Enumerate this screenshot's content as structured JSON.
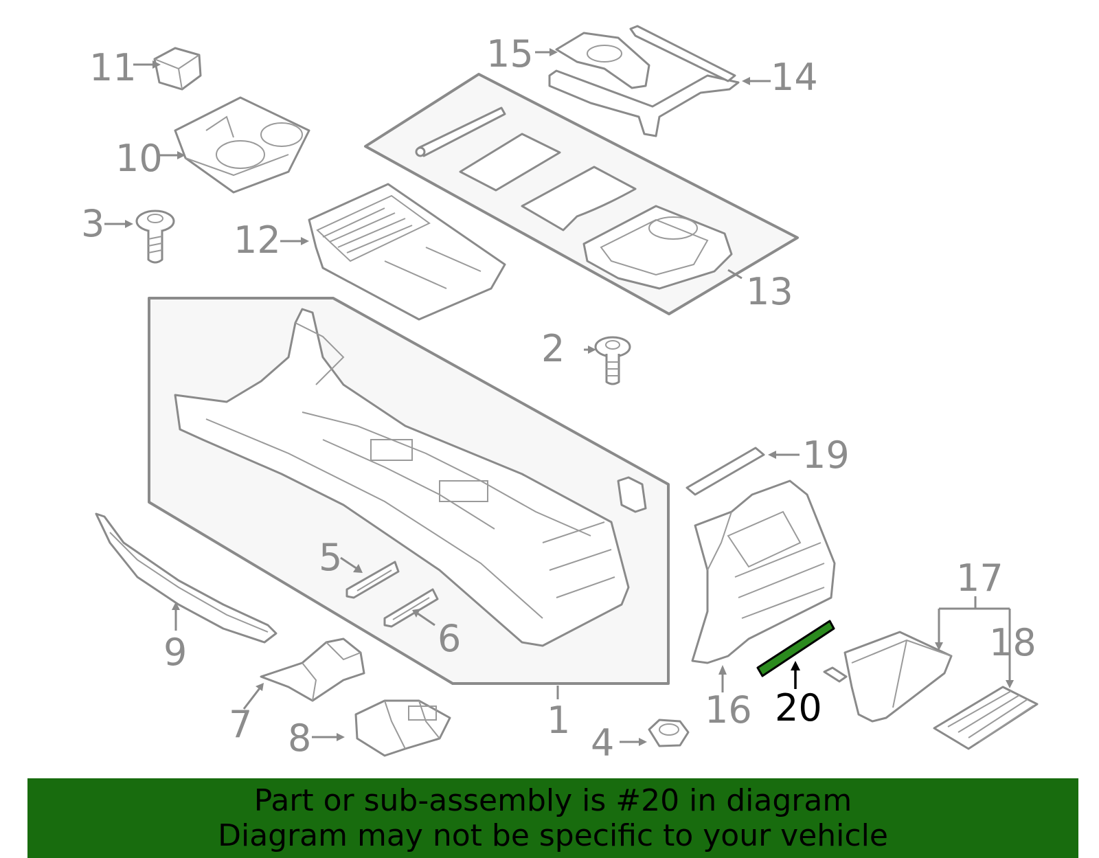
{
  "colors": {
    "banner_bg": "#186c0e",
    "highlight_part": "#2b8a1e",
    "line_art": "#8a8a8a",
    "panel_bg": "#f7f7f7"
  },
  "callouts": {
    "c1": "1",
    "c2": "2",
    "c3": "3",
    "c4": "4",
    "c5": "5",
    "c6": "6",
    "c7": "7",
    "c8": "8",
    "c9": "9",
    "c10": "10",
    "c11": "11",
    "c12": "12",
    "c13": "13",
    "c14": "14",
    "c15": "15",
    "c16": "16",
    "c17": "17",
    "c18": "18",
    "c19": "19",
    "c20": "20"
  },
  "highlighted_callout": "20",
  "banner": {
    "line1": "Part or sub-assembly is #20 in diagram",
    "line2": "Diagram may not be specific to your vehicle"
  }
}
